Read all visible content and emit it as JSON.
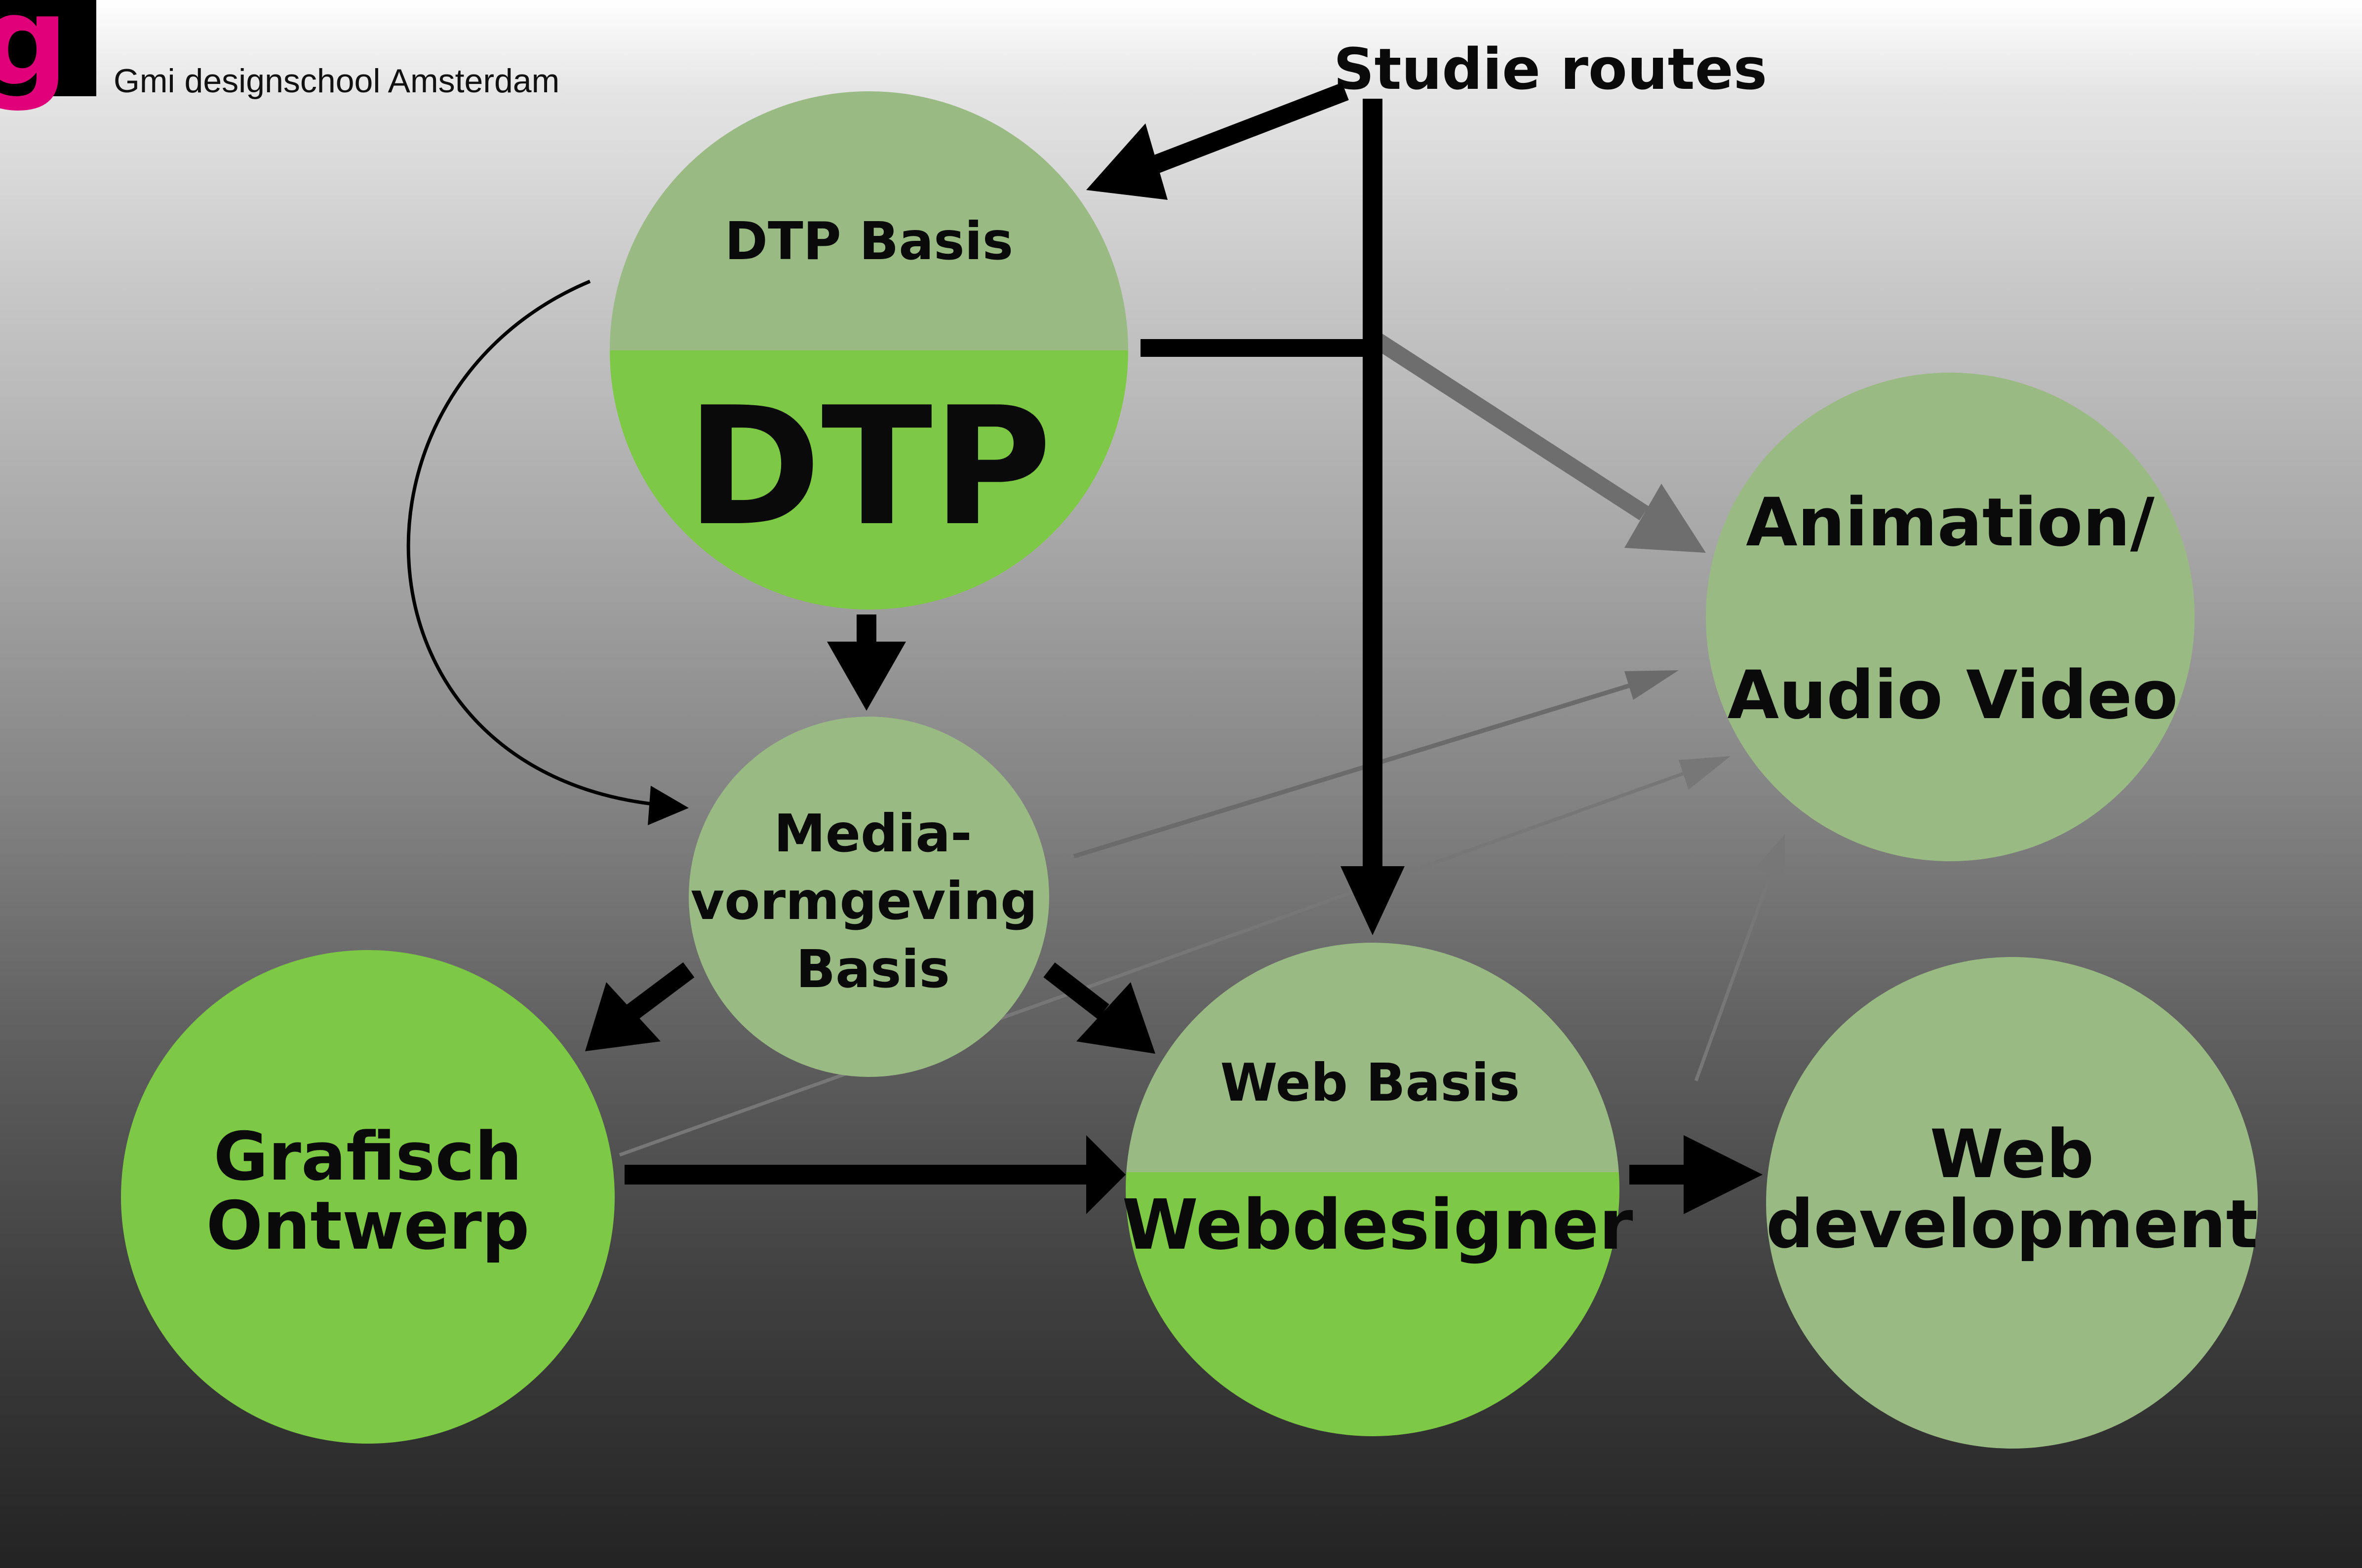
{
  "header": {
    "logo_glyph": "g",
    "school_name": "Gmi designschool Amsterdam"
  },
  "title": "Studie routes",
  "nodes": {
    "dtp": {
      "top": "DTP Basis",
      "bottom": "DTP"
    },
    "media": {
      "line1": "Media-",
      "line2": "vormgeving",
      "line3": "Basis"
    },
    "grafisch": {
      "line1": "Grafisch",
      "line2": "Ontwerp"
    },
    "web": {
      "top": "Web Basis",
      "bottom": "Webdesigner"
    },
    "animation": {
      "line1": "Animation/",
      "line2": "Audio Video"
    },
    "webdev": {
      "line1": "Web",
      "line2": "development"
    }
  },
  "colors": {
    "basis": "#9aba83",
    "specialisation": "#7dc945",
    "logo_accent": "#e0007a",
    "arrow": "#000000",
    "arrow_gray": "#707070"
  }
}
